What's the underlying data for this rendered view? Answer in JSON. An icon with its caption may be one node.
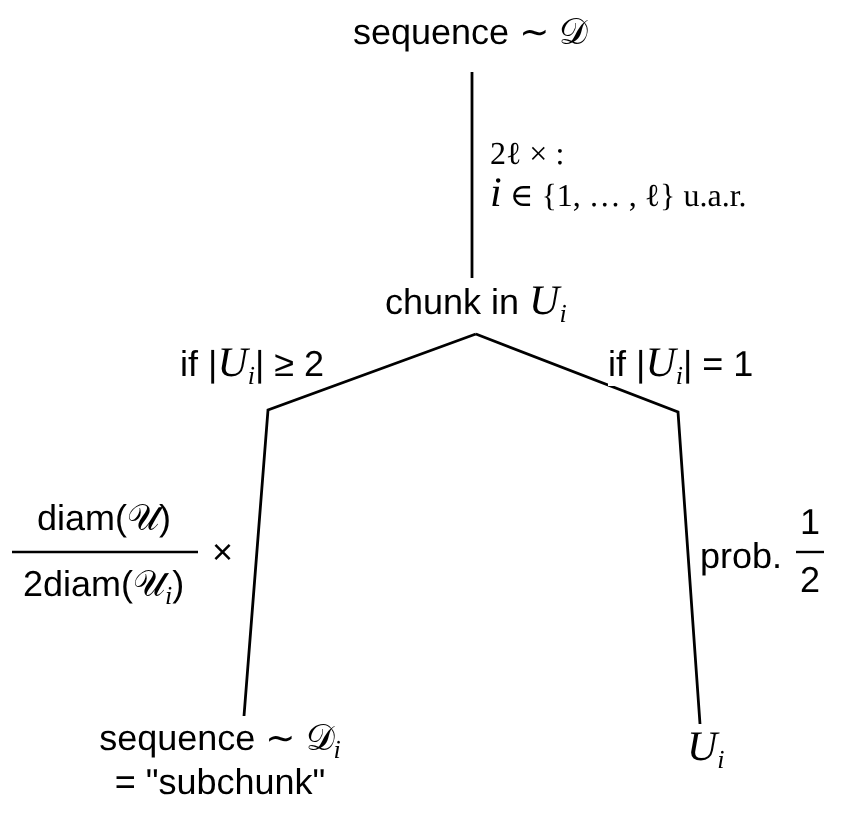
{
  "diagram": {
    "nodes": [
      {
        "text": [
          "sequence ∼ 𝒟"
        ]
      },
      {
        "text": [
          "chunk in *U*$_{i}$"
        ]
      },
      {
        "text": [
          "sequence ∼ 𝒟$_{i}$ = \"subchunk\""
        ]
      },
      {
        "text": [
          "*U*$_{i}$"
        ]
      }
    ],
    "edges": [
      {
        "from": 0,
        "to": 1,
        "arrow": "none",
        "label": "2ℓ × : *i* ∈ {1, … , ℓ} u.a.r."
      },
      {
        "from": 1,
        "to": 2,
        "arrow": "none",
        "label": "if |*U*$_{i}$| ≥ 2"
      },
      {
        "from": 1,
        "to": 3,
        "arrow": "none",
        "label": "if |*U*$_{i}$| = 1"
      }
    ],
    "labels": [
      "diam(𝒰)",
      "2diam(𝒰$_{i}$)",
      "×",
      "prob.",
      "1",
      "2"
    ]
  }
}
